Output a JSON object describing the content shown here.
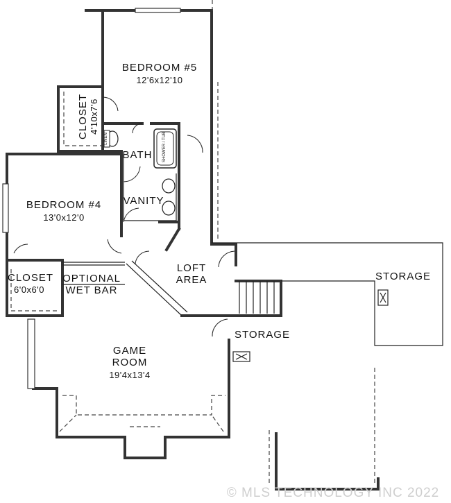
{
  "rooms": {
    "bedroom5": {
      "name": "BEDROOM #5",
      "size": "12'6x12'10"
    },
    "bedroom4": {
      "name": "BEDROOM #4",
      "size": "13'0x12'0"
    },
    "closet_top": {
      "name": "CLOSET",
      "size": "4'10x7'6"
    },
    "closet_left": {
      "name": "CLOSET",
      "size": "6'0x6'0"
    },
    "bath": {
      "name": "BATH"
    },
    "vanity": {
      "name": "VANITY"
    },
    "loft": {
      "line1": "LOFT",
      "line2": "AREA"
    },
    "wet_bar": {
      "line1": "OPTIONAL",
      "line2": "WET BAR"
    },
    "game_room": {
      "line1": "GAME",
      "line2": "ROOM",
      "size": "19'4x13'4"
    },
    "storage_right": {
      "name": "STORAGE"
    },
    "storage_mid": {
      "name": "STORAGE"
    }
  },
  "fixtures": {
    "tub_label": "SHOWER / TUB",
    "toilet_label": "LINEN"
  },
  "watermark": "© MLS TECHNOLOGY INC 2022"
}
